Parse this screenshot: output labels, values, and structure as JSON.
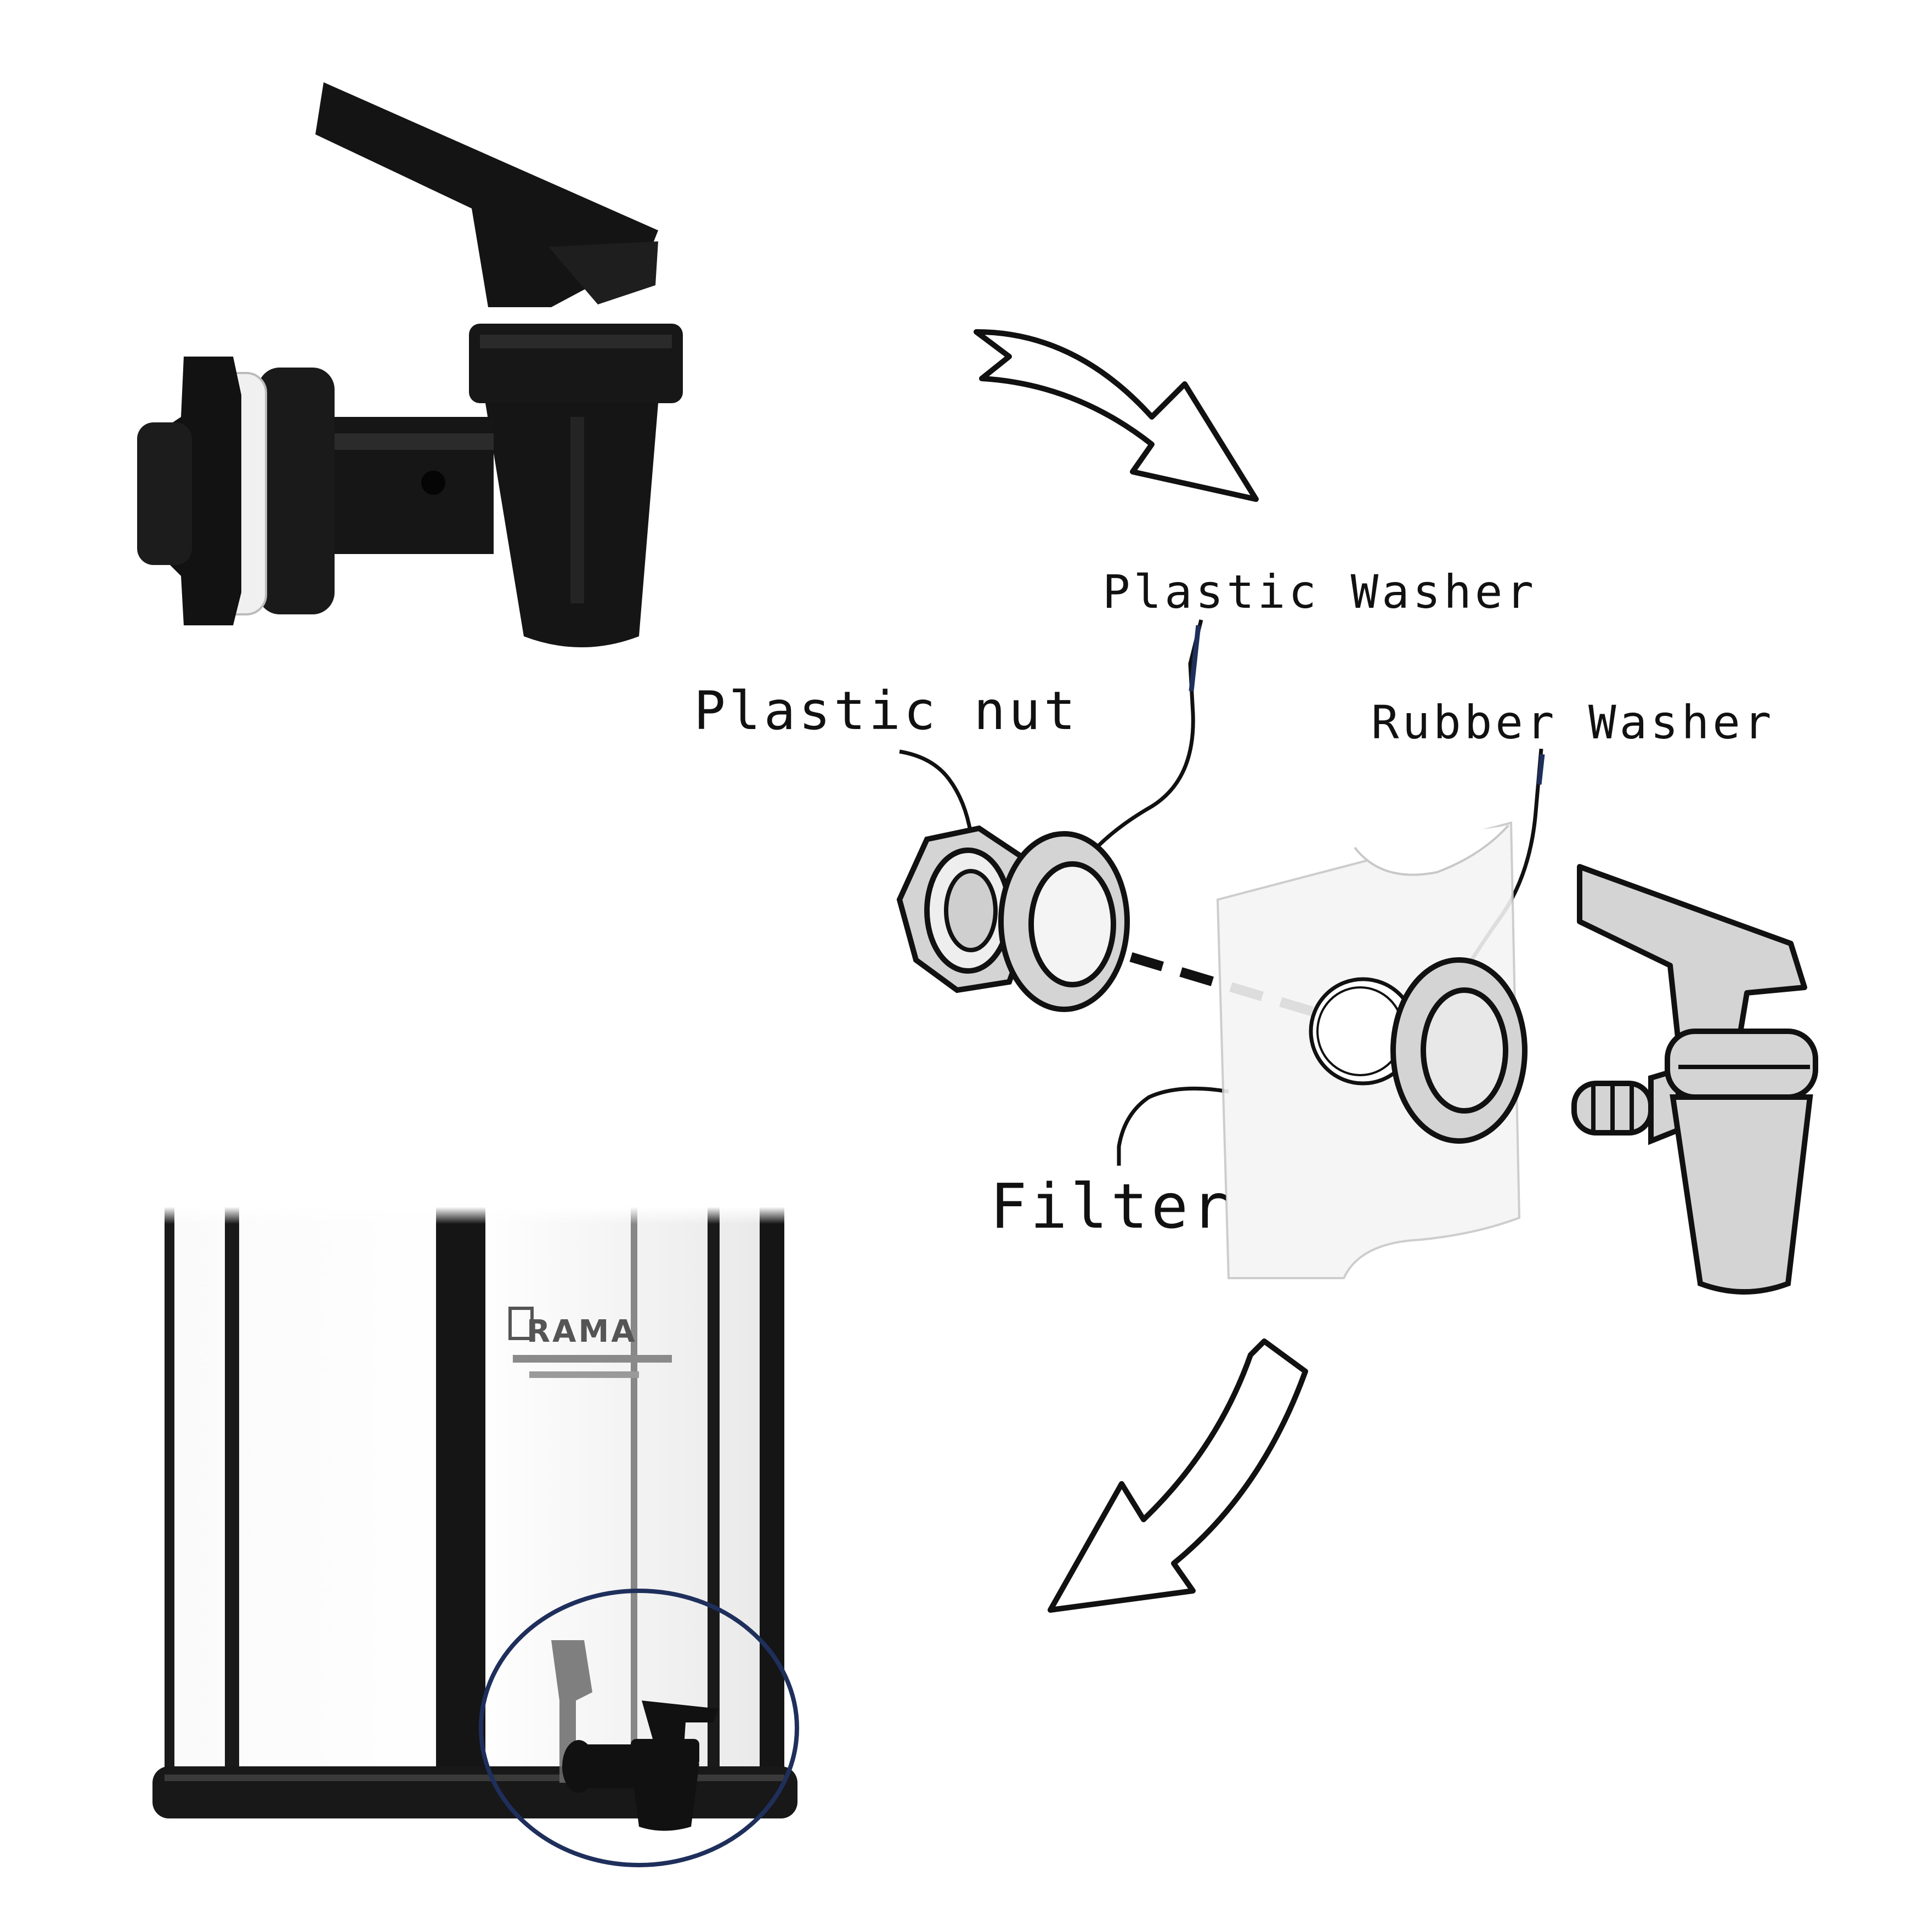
{
  "labels": {
    "plastic_washer": "Plastic Washer",
    "plastic_nut": "Plastic nut",
    "rubber_washer": "Rubber Washer",
    "filter": "Filter"
  },
  "product": {
    "brand": "RAMA"
  },
  "colors": {
    "background": "#ffffff",
    "tap_plastic": "#141414",
    "steel_light": "#f2f2f2",
    "steel_dark": "#1a1a1a",
    "highlight_circle": "#1f2f5c",
    "sketch_fill": "#d4d4d4",
    "sketch_line": "#111111"
  },
  "icons": {
    "top_left_photo": "spigot-photo",
    "bottom_left_photo": "filter-tank-photo",
    "arrows": [
      "curved-arrow-down-right",
      "curved-arrow-down-left"
    ]
  }
}
